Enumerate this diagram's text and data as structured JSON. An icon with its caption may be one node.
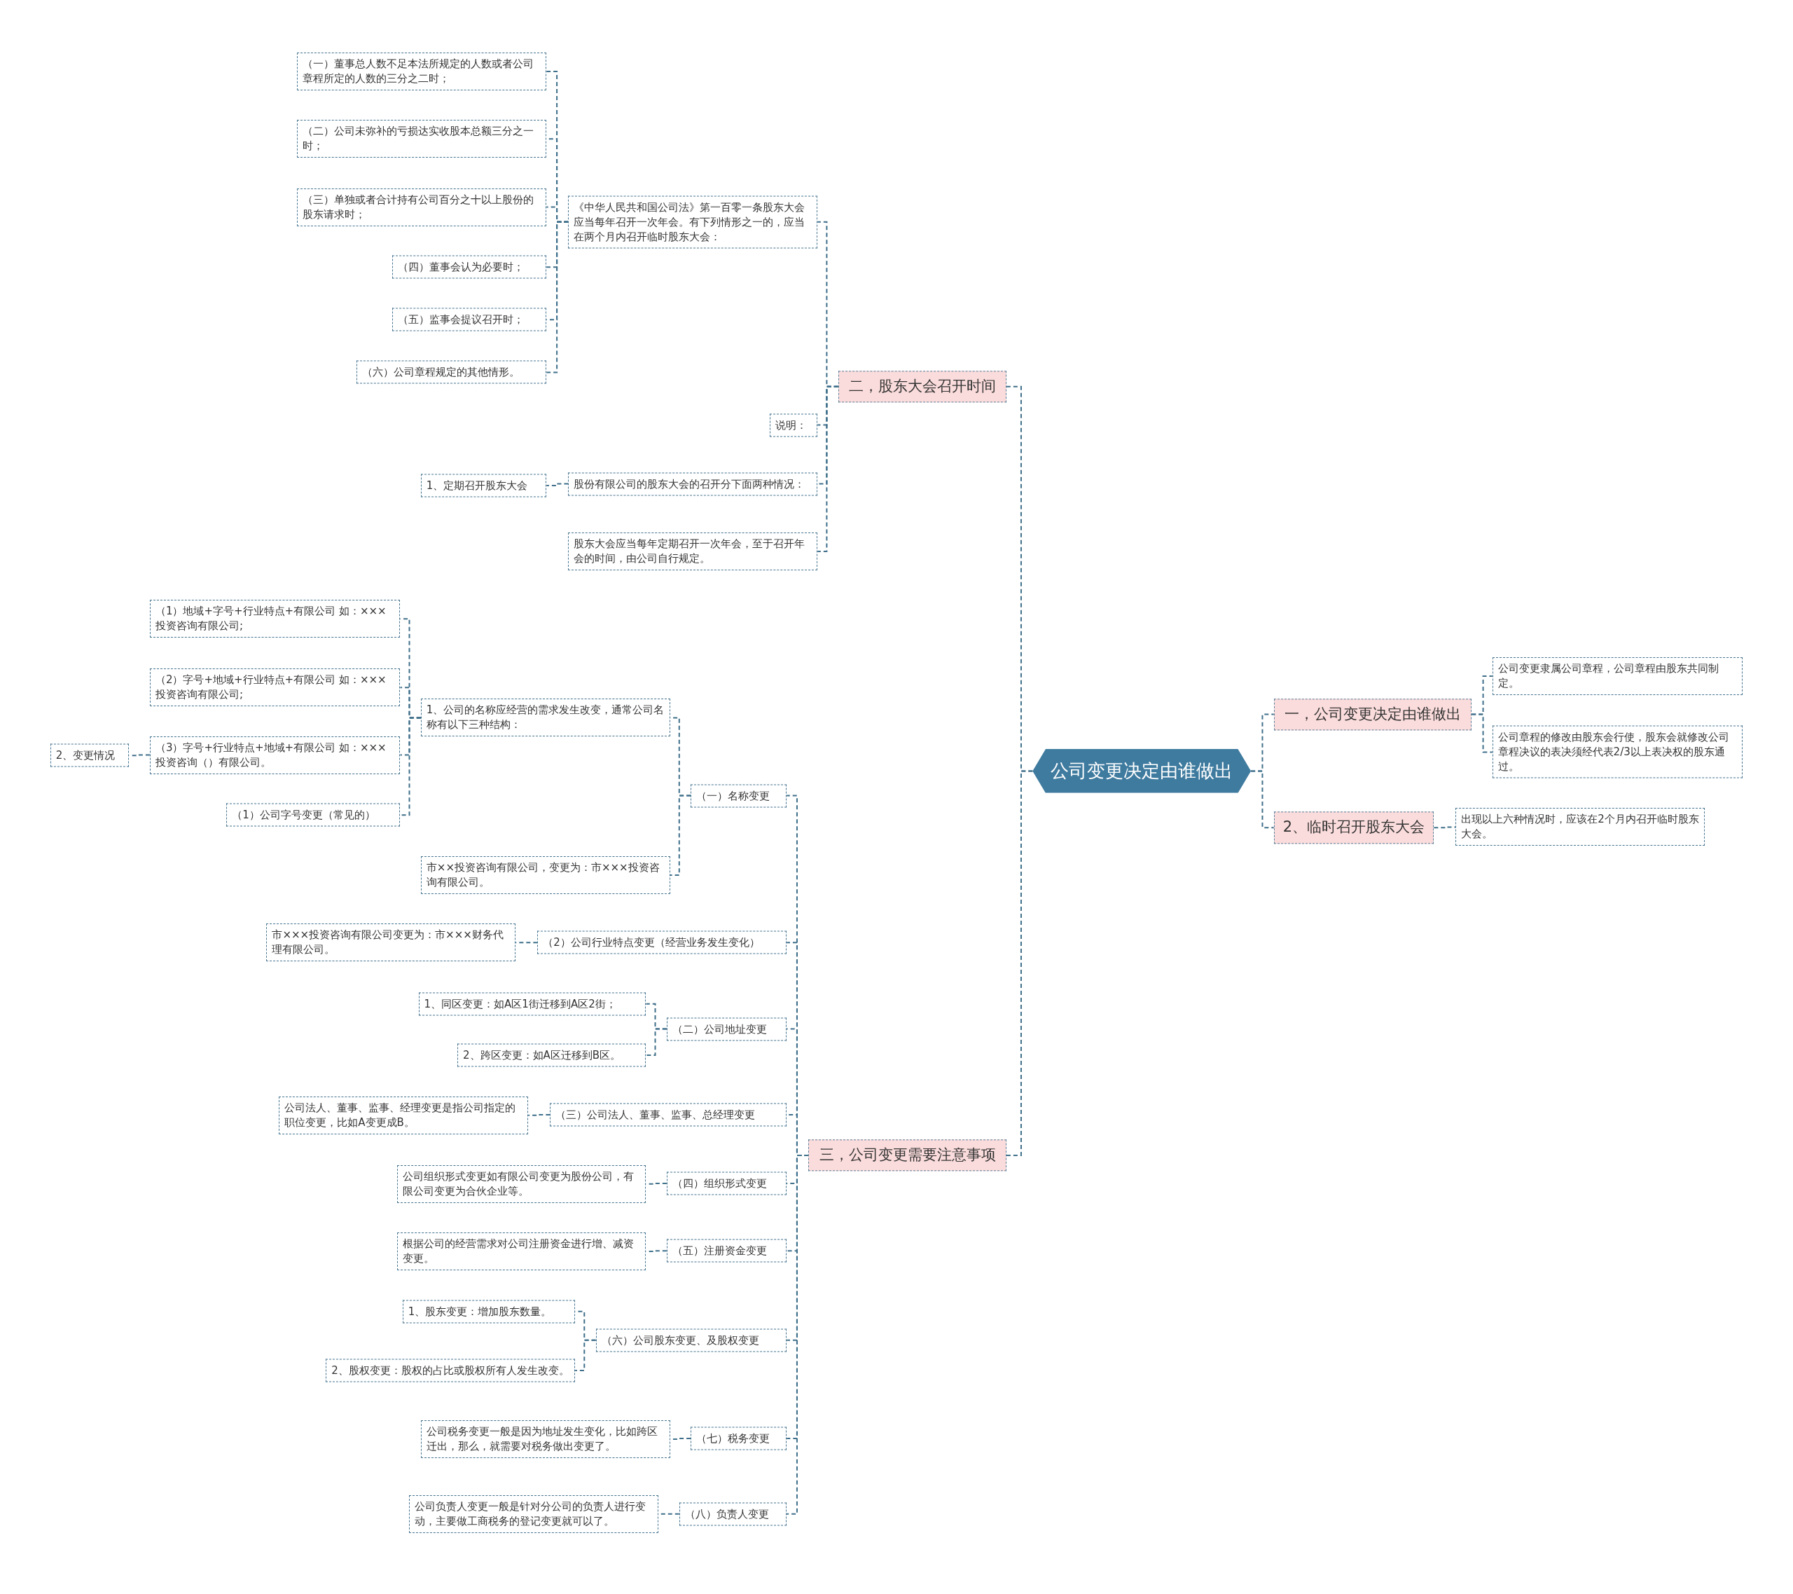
{
  "diagram": {
    "nodes": [
      {
        "text": [
          "公司变更决定由谁做出"
        ]
      },
      {
        "text": [
          "二，股东大会召开时间"
        ]
      },
      {
        "text": [
          "《中华人民共和国公司法》第一百零一条股东大会应当每年召开一次年会。有下列情形之一的，应当在两个月内召开临时股东大会："
        ]
      },
      {
        "text": [
          "（一）董事总人数不足本法所规定的人数或者公司章程所定的人数的三分之二时；"
        ]
      },
      {
        "text": [
          "（二）公司未弥补的亏损达实收股本总额三分之一时；"
        ]
      },
      {
        "text": [
          "（三）单独或者合计持有公司百分之十以上股份的股东请求时；"
        ]
      },
      {
        "text": [
          "（四）董事会认为必要时；"
        ]
      },
      {
        "text": [
          "（五）监事会提议召开时；"
        ]
      },
      {
        "text": [
          "（六）公司章程规定的其他情形。"
        ]
      },
      {
        "text": [
          "说明："
        ]
      },
      {
        "text": [
          "股份有限公司的股东大会的召开分下面两种情况："
        ]
      },
      {
        "text": [
          "1、定期召开股东大会"
        ]
      },
      {
        "text": [
          "股东大会应当每年定期召开一次年会，至于召开年会的时间，由公司自行规定。"
        ]
      },
      {
        "text": [
          "三，公司变更需要注意事项"
        ]
      },
      {
        "text": [
          "（一）名称变更"
        ]
      },
      {
        "text": [
          "1、公司的名称应经营的需求发生改变，通常公司名称有以下三种结构："
        ]
      },
      {
        "text": [
          "（1）地域+字号+行业特点+有限公司 如：×××投资咨询有限公司;"
        ]
      },
      {
        "text": [
          "（2）字号+地域+行业特点+有限公司 如：×××投资咨询有限公司;"
        ]
      },
      {
        "text": [
          "（3）字号+行业特点+地域+有限公司 如：×××投资咨询（）有限公司。"
        ]
      },
      {
        "text": [
          "2、变更情况"
        ]
      },
      {
        "text": [
          "（1）公司字号变更（常见的）"
        ]
      },
      {
        "text": [
          "市××投资咨询有限公司，变更为：市×××投资咨询有限公司。"
        ]
      },
      {
        "text": [
          "（2）公司行业特点变更（经营业务发生变化）"
        ]
      },
      {
        "text": [
          "市×××投资咨询有限公司变更为：市×××财务代理有限公司。"
        ]
      },
      {
        "text": [
          "（二）公司地址变更"
        ]
      },
      {
        "text": [
          "1、同区变更：如A区1街迁移到A区2街；"
        ]
      },
      {
        "text": [
          "2、跨区变更：如A区迁移到B区。"
        ]
      },
      {
        "text": [
          "（三）公司法人、董事、监事、总经理变更"
        ]
      },
      {
        "text": [
          "公司法人、董事、监事、经理变更是指公司指定的职位变更，比如A变更成B。"
        ]
      },
      {
        "text": [
          "（四）组织形式变更"
        ]
      },
      {
        "text": [
          "公司组织形式变更如有限公司变更为股份公司，有限公司变更为合伙企业等。"
        ]
      },
      {
        "text": [
          "（五）注册资金变更"
        ]
      },
      {
        "text": [
          "根据公司的经营需求对公司注册资金进行增、减资变更。"
        ]
      },
      {
        "text": [
          "（六）公司股东变更、及股权变更"
        ]
      },
      {
        "text": [
          "1、股东变更：增加股东数量。"
        ]
      },
      {
        "text": [
          "2、股权变更：股权的占比或股权所有人发生改变。"
        ]
      },
      {
        "text": [
          "（七）税务变更"
        ]
      },
      {
        "text": [
          "公司税务变更一般是因为地址发生变化，比如跨区迁出，那么，就需要对税务做出变更了。"
        ]
      },
      {
        "text": [
          "（八）负责人变更"
        ]
      },
      {
        "text": [
          "公司负责人变更一般是针对分公司的负责人进行变动，主要做工商税务的登记变更就可以了。"
        ]
      },
      {
        "text": [
          "一，公司变更决定由谁做出"
        ]
      },
      {
        "text": [
          "公司变更隶属公司章程，公司章程由股东共同制定。"
        ]
      },
      {
        "text": [
          "公司章程的修改由股东会行使，股东会就修改公司章程决议的表决须经代表2/3以上表决权的股东通过。"
        ]
      },
      {
        "text": [
          "2、临时召开股东大会"
        ]
      },
      {
        "text": [
          "出现以上六种情况时，应该在2个月内召开临时股东大会。"
        ]
      }
    ],
    "edges": [
      {
        "from": 0,
        "to": 1,
        "arrow": "none"
      },
      {
        "from": 0,
        "to": 13,
        "arrow": "none"
      },
      {
        "from": 0,
        "to": 40,
        "arrow": "none"
      },
      {
        "from": 0,
        "to": 43,
        "arrow": "none"
      },
      {
        "from": 1,
        "to": 2,
        "arrow": "none"
      },
      {
        "from": 1,
        "to": 9,
        "arrow": "none"
      },
      {
        "from": 1,
        "to": 10,
        "arrow": "none"
      },
      {
        "from": 1,
        "to": 12,
        "arrow": "none"
      },
      {
        "from": 2,
        "to": 3,
        "arrow": "none"
      },
      {
        "from": 2,
        "to": 4,
        "arrow": "none"
      },
      {
        "from": 2,
        "to": 5,
        "arrow": "none"
      },
      {
        "from": 2,
        "to": 6,
        "arrow": "none"
      },
      {
        "from": 2,
        "to": 7,
        "arrow": "none"
      },
      {
        "from": 2,
        "to": 8,
        "arrow": "none"
      },
      {
        "from": 10,
        "to": 11,
        "arrow": "none"
      },
      {
        "from": 13,
        "to": 14,
        "arrow": "none"
      },
      {
        "from": 13,
        "to": 22,
        "arrow": "none"
      },
      {
        "from": 13,
        "to": 24,
        "arrow": "none"
      },
      {
        "from": 13,
        "to": 27,
        "arrow": "none"
      },
      {
        "from": 13,
        "to": 29,
        "arrow": "none"
      },
      {
        "from": 13,
        "to": 31,
        "arrow": "none"
      },
      {
        "from": 13,
        "to": 33,
        "arrow": "none"
      },
      {
        "from": 13,
        "to": 36,
        "arrow": "none"
      },
      {
        "from": 13,
        "to": 38,
        "arrow": "none"
      },
      {
        "from": 14,
        "to": 15,
        "arrow": "none"
      },
      {
        "from": 14,
        "to": 21,
        "arrow": "none"
      },
      {
        "from": 15,
        "to": 16,
        "arrow": "none"
      },
      {
        "from": 15,
        "to": 17,
        "arrow": "none"
      },
      {
        "from": 15,
        "to": 18,
        "arrow": "none"
      },
      {
        "from": 15,
        "to": 20,
        "arrow": "none"
      },
      {
        "from": 18,
        "to": 19,
        "arrow": "none"
      },
      {
        "from": 22,
        "to": 23,
        "arrow": "none"
      },
      {
        "from": 24,
        "to": 25,
        "arrow": "none"
      },
      {
        "from": 24,
        "to": 26,
        "arrow": "none"
      },
      {
        "from": 27,
        "to": 28,
        "arrow": "none"
      },
      {
        "from": 29,
        "to": 30,
        "arrow": "none"
      },
      {
        "from": 31,
        "to": 32,
        "arrow": "none"
      },
      {
        "from": 33,
        "to": 34,
        "arrow": "none"
      },
      {
        "from": 33,
        "to": 35,
        "arrow": "none"
      },
      {
        "from": 36,
        "to": 37,
        "arrow": "none"
      },
      {
        "from": 38,
        "to": 39,
        "arrow": "none"
      },
      {
        "from": 40,
        "to": 41,
        "arrow": "none"
      },
      {
        "from": 40,
        "to": 42,
        "arrow": "none"
      },
      {
        "from": 43,
        "to": 44,
        "arrow": "none"
      }
    ]
  }
}
